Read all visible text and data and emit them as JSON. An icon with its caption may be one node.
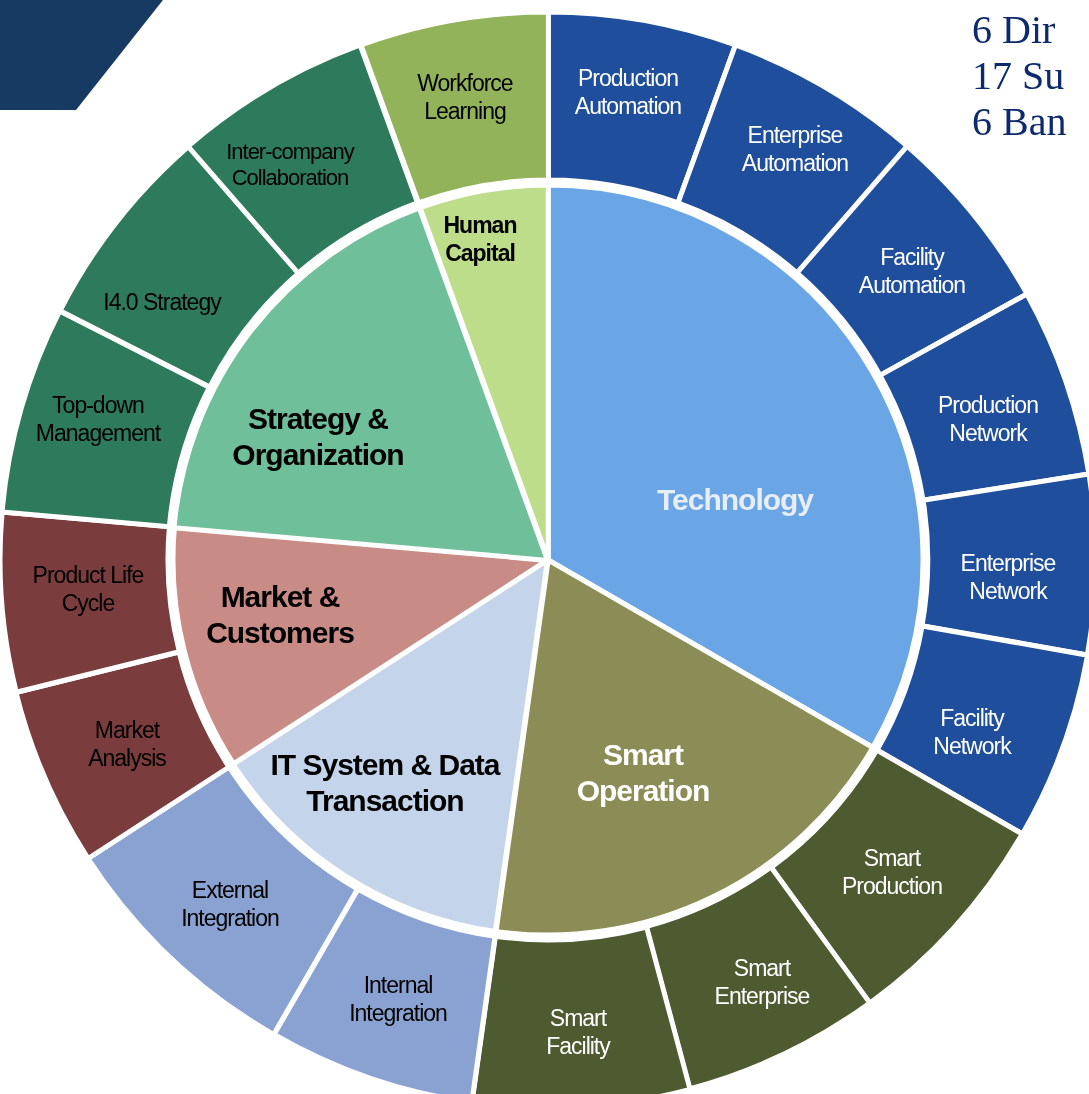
{
  "diagram": {
    "nodes": [
      {
        "text": [
          "Technology"
        ]
      },
      {
        "text": [
          "Production Automation"
        ]
      },
      {
        "text": [
          "Enterprise Automation"
        ]
      },
      {
        "text": [
          "Facility Automation"
        ]
      },
      {
        "text": [
          "Production Network"
        ]
      },
      {
        "text": [
          "Enterprise Network"
        ]
      },
      {
        "text": [
          "Facility Network"
        ]
      },
      {
        "text": [
          "Smart Operation"
        ]
      },
      {
        "text": [
          "Smart Production"
        ]
      },
      {
        "text": [
          "Smart Enterprise"
        ]
      },
      {
        "text": [
          "Smart Facility"
        ]
      },
      {
        "text": [
          "IT System & Data Transaction"
        ]
      },
      {
        "text": [
          "Internal Integration"
        ]
      },
      {
        "text": [
          "External Integration"
        ]
      },
      {
        "text": [
          "Market & Customers"
        ]
      },
      {
        "text": [
          "Market Analysis"
        ]
      },
      {
        "text": [
          "Product Life Cycle"
        ]
      },
      {
        "text": [
          "Strategy & Organization"
        ]
      },
      {
        "text": [
          "Top-down Management"
        ]
      },
      {
        "text": [
          "I4.0 Strategy"
        ]
      },
      {
        "text": [
          "Inter-company Collaboration"
        ]
      },
      {
        "text": [
          "Human Capital"
        ]
      },
      {
        "text": [
          "Workforce Learning"
        ]
      }
    ],
    "labels": [
      "6 Dir",
      "17 Su",
      "6 Ban"
    ]
  }
}
